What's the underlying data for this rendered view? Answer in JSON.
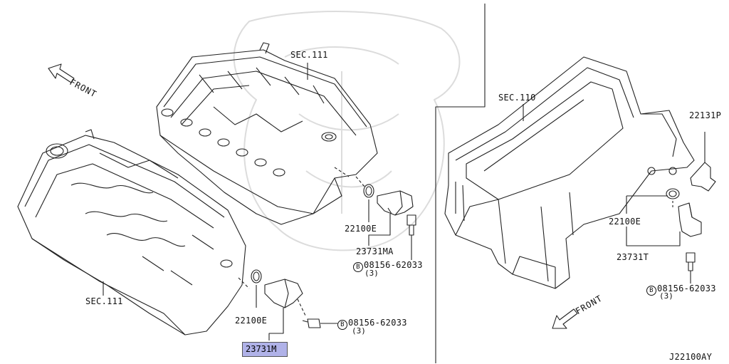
{
  "labels": {
    "sec111_top": "SEC.111",
    "sec111_left": "SEC.111",
    "sec110": "SEC.110",
    "front_left": "FRONT",
    "front_right": "FRONT",
    "p22131p": "22131P",
    "p22100e_mid": "22100E",
    "p23731ma": "23731MA",
    "bolt_mid": "08156-62033",
    "qty_mid": "(3)",
    "p22100e_low": "22100E",
    "bolt_low": "08156-62033",
    "qty_low": "(3)",
    "p23731m": "23731M",
    "p22100e_right": "22100E",
    "p23731t": "23731T",
    "bolt_right": "08156-62033",
    "qty_right": "(3)",
    "diagram_id": "J22100AY",
    "bolt_mark": "B"
  },
  "colors": {
    "line": "#222222",
    "highlight": "#b0b2e8",
    "watermark": "#d8d8d8"
  },
  "icons": [
    "front-arrow-icon",
    "bolt-icon",
    "o-ring-icon",
    "camshaft-sensor-icon",
    "crank-sensor-icon"
  ]
}
